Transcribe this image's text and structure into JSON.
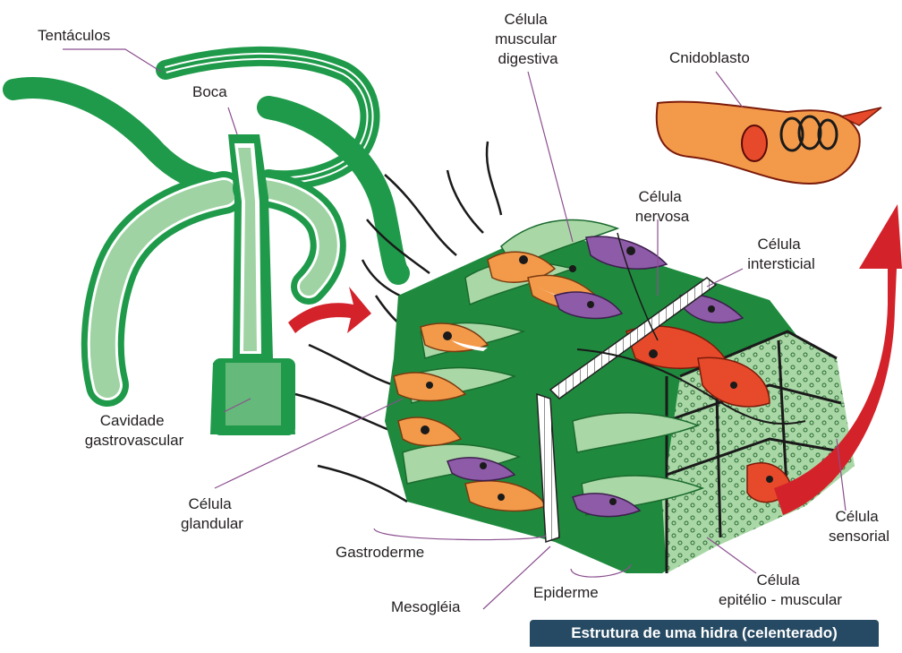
{
  "labels": {
    "tentaculos": "Tentáculos",
    "boca": "Boca",
    "celula_muscular_digestiva": [
      "Célula",
      "muscular",
      "digestiva"
    ],
    "cnidoblasto": "Cnidoblasto",
    "celula_nervosa": [
      "Célula",
      "nervosa"
    ],
    "celula_intersticial": [
      "Célula",
      "intersticial"
    ],
    "cavidade_gastrovascular": [
      "Cavidade",
      "gastrovascular"
    ],
    "celula_glandular": [
      "Célula",
      "glandular"
    ],
    "gastroderme": "Gastroderme",
    "mesogleia": "Mesogléia",
    "epiderme": "Epiderme",
    "celula_epitelio_muscular": [
      "Célula",
      "epitélio - muscular"
    ],
    "celula_sensorial": [
      "Célula",
      "sensorial"
    ]
  },
  "caption": "Estrutura de uma hidra (celenterado)",
  "colors": {
    "hydra_green": "#1f9a4a",
    "light_green": "#a9d8a6",
    "orange_cell": "#f39a4a",
    "purple_cell": "#8e5ba8",
    "red_cell": "#e64a2a",
    "arrow_red": "#d3222a",
    "leader_purple": "#8b4f8f",
    "caption_bg": "#264a63"
  }
}
